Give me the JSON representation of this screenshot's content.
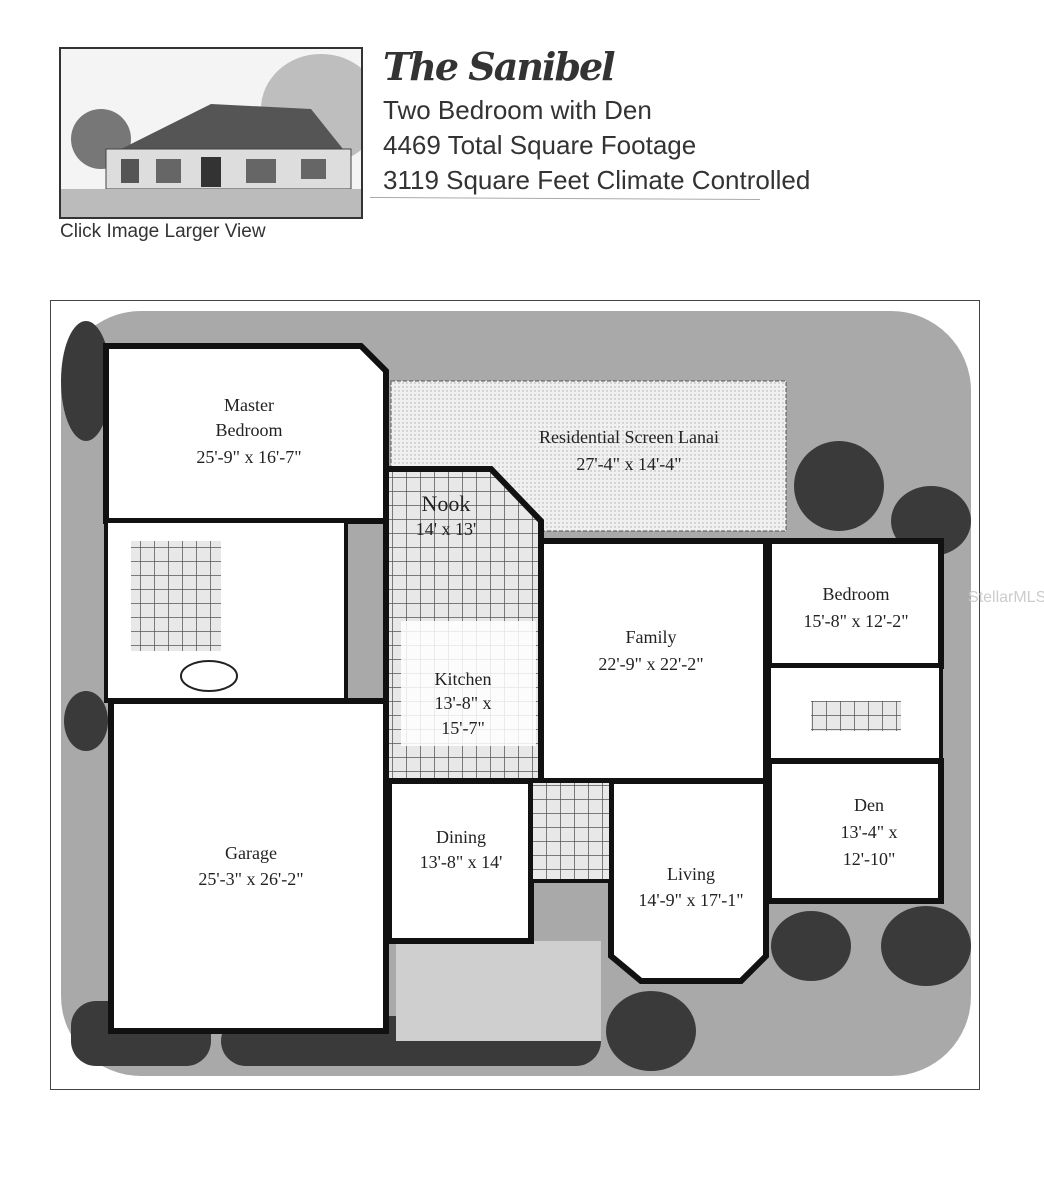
{
  "header": {
    "title": "The Sanibel",
    "lines": [
      "Two Bedroom with Den",
      "4469 Total Square Footage",
      "3119 Square Feet Climate Controlled"
    ],
    "thumbnail_caption": "Click Image Larger View"
  },
  "rooms": {
    "master": {
      "name_1": "Master",
      "name_2": "Bedroom",
      "dims": "25'-9\" x 16'-7\""
    },
    "lanai": {
      "name": "Residential Screen Lanai",
      "dims": "27'-4\" x 14'-4\""
    },
    "nook": {
      "name": "Nook",
      "dims": "14' x 13'"
    },
    "kitchen": {
      "name": "Kitchen",
      "dims_1": "13'-8\" x",
      "dims_2": "15'-7\""
    },
    "family": {
      "name": "Family",
      "dims": "22'-9\" x 22'-2\""
    },
    "bedroom": {
      "name": "Bedroom",
      "dims": "15'-8\" x 12'-2\""
    },
    "den": {
      "name": "Den",
      "dims_1": "13'-4\" x",
      "dims_2": "12'-10\""
    },
    "garage": {
      "name": "Garage",
      "dims": "25'-3\" x 26'-2\""
    },
    "dining": {
      "name": "Dining",
      "dims": "13'-8\" x 14'"
    },
    "living": {
      "name": "Living",
      "dims": "14'-9\" x 17'-1\""
    }
  },
  "watermark": "StellarMLS"
}
